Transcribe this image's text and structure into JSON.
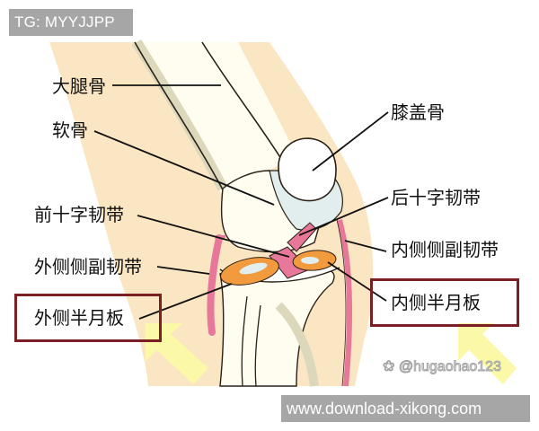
{
  "badges": {
    "top_left": "TG: MYYJJPP",
    "bottom_right": "www.download-xikong.com"
  },
  "watermark": "❀ @hugaohao123",
  "labels": {
    "femur": "大腿骨",
    "cartilage": "软骨",
    "patella": "膝盖骨",
    "acl": "前十字韧带",
    "pcl": "后十字韧带",
    "lcl": "外侧侧副韧带",
    "mcl": "内侧侧副韧带",
    "lateral_meniscus": "外侧半月板",
    "medial_meniscus": "内侧半月板"
  },
  "colors": {
    "skin": "#fbe6c4",
    "bone": "#fffdf0",
    "bone_shadow": "#dcd8bc",
    "cartilage": "#e2eeee",
    "ligament": "#e8789a",
    "meniscus": "#f29a3e",
    "arrow": "#fbf9a8",
    "box_border": "#7a1f24",
    "badge_bg": "#a6a6a6"
  }
}
